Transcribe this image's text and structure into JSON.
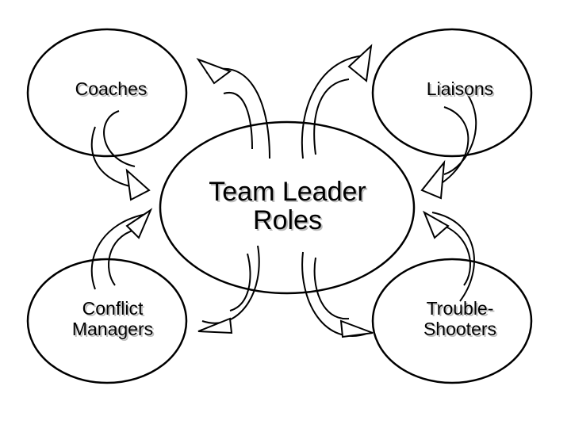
{
  "diagram": {
    "center": {
      "label": "Team Leader\nRoles"
    },
    "roles": {
      "top_left": {
        "label": "Coaches"
      },
      "top_right": {
        "label": "Liaisons"
      },
      "bottom_left": {
        "label": "Conflict\nManagers"
      },
      "bottom_right": {
        "label": "Trouble-\nShooters"
      }
    },
    "colors": {
      "stroke": "#000000",
      "fill": "#ffffff",
      "text_shadow": "#bdbdbd"
    }
  }
}
